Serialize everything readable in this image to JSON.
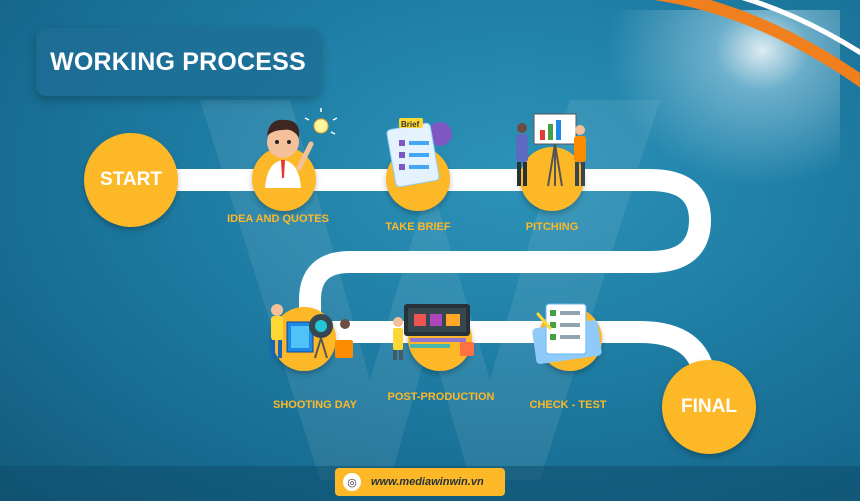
{
  "title": "WORKING PROCESS",
  "start_label": "START",
  "final_label": "FINAL",
  "steps": [
    {
      "label": "IDEA AND QUOTES",
      "icon": "idea-person-icon"
    },
    {
      "label": "TAKE BRIEF",
      "icon": "brief-checklist-icon"
    },
    {
      "label": "PITCHING",
      "icon": "presentation-board-icon"
    },
    {
      "label": "SHOOTING DAY",
      "icon": "camera-crew-icon"
    },
    {
      "label": "POST-PRODUCTION",
      "icon": "video-editing-icon"
    },
    {
      "label": "CHECK - TEST",
      "icon": "checklist-tablet-icon"
    }
  ],
  "footer": {
    "url": "www.mediawinwin.vn",
    "icon": "globe-icon"
  },
  "colors": {
    "accent": "#fdb827",
    "background": "#1f7ea5",
    "road": "#ffffff",
    "stripe": "#f0801e"
  }
}
